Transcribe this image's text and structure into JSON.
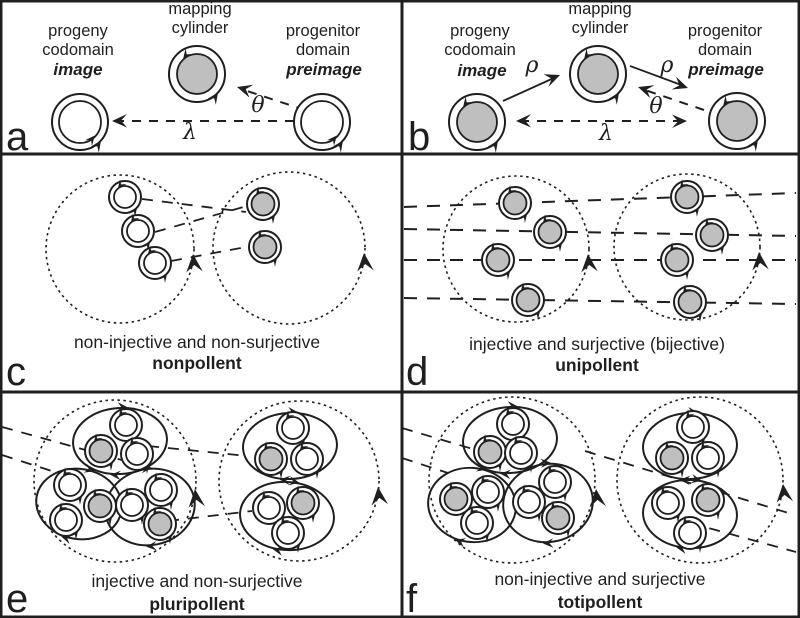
{
  "colors": {
    "ink": "#1f1f1f",
    "gray-fill": "#bfbfbf",
    "paper": "#ffffff"
  },
  "panels": {
    "a": {
      "letter": "a",
      "progeny_line1": "progeny",
      "progeny_line2": "codomain",
      "progeny_emph": "image",
      "cylinder_line1": "mapping",
      "cylinder_line2": "cylinder",
      "progenitor_line1": "progenitor",
      "progenitor_line2": "domain",
      "progenitor_emph": "preimage",
      "lambda": "λ",
      "theta": "θ"
    },
    "b": {
      "letter": "b",
      "progeny_line1": "progeny",
      "progeny_line2": "codomain",
      "progeny_emph": "image",
      "cylinder_line1": "mapping",
      "cylinder_line2": "cylinder",
      "progenitor_line1": "progenitor",
      "progenitor_line2": "domain",
      "progenitor_emph": "preimage",
      "lambda": "λ",
      "theta": "θ",
      "rho": "ρ"
    },
    "c": {
      "letter": "c",
      "caption": "non-injective and non-surjective",
      "term": "nonpollent"
    },
    "d": {
      "letter": "d",
      "caption": "injective and surjective (bijective)",
      "term": "unipollent"
    },
    "e": {
      "letter": "e",
      "caption": "injective and non-surjective",
      "term": "pluripollent"
    },
    "f": {
      "letter": "f",
      "caption": "non-injective and surjective",
      "term": "totipollent"
    }
  }
}
